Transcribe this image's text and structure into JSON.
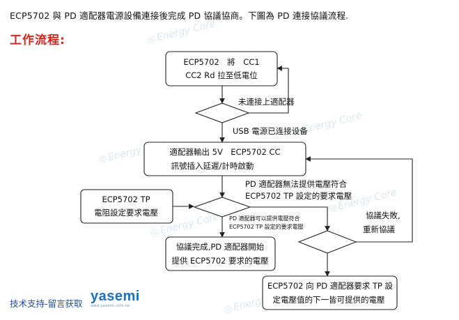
{
  "intro": "ECP5702 與 PD 適配器電源設備連接後完成 PD 協議協商。下圖為 PD 連接協議流程.",
  "heading": "工作流程:",
  "boxes": {
    "b1": [
      "ECP5702　將　CC1",
      "CC2 Rd 拉至低電位"
    ],
    "b2": [
      "適配器輸出 5V　ECP5702 CC",
      "訊號插入延遲/計時啟動"
    ],
    "b3": [
      "ECP5702 TP",
      "電阻設定要求電壓"
    ],
    "b4": [
      "協議完成,PD 適配器開始",
      "提供 ECP5702 要求的電壓"
    ],
    "b5": [
      "ECP5702 向 PD 適配器要求 TP 設",
      "定電壓值的下一皆可提供的電壓"
    ]
  },
  "labels": {
    "not_connected": "未連接上適配器",
    "usb_connected": "USB 電源已连接设备",
    "cannot_provide": [
      "PD 適配器無法提供電壓符合",
      "ECP5702 TP 設定的要求電壓"
    ],
    "can_provide": [
      "PD 適配器可以提供電壓符合",
      "ECP5702 TP 設定的要求電壓"
    ],
    "negotiation_failed": [
      "協議失敗,",
      "重新協議"
    ]
  },
  "watermark": "Energy Core",
  "footer": {
    "text": "技术支持-留言获取",
    "logo_text": "yasemi",
    "logo_sub": "www.yasemi.com.tw"
  }
}
